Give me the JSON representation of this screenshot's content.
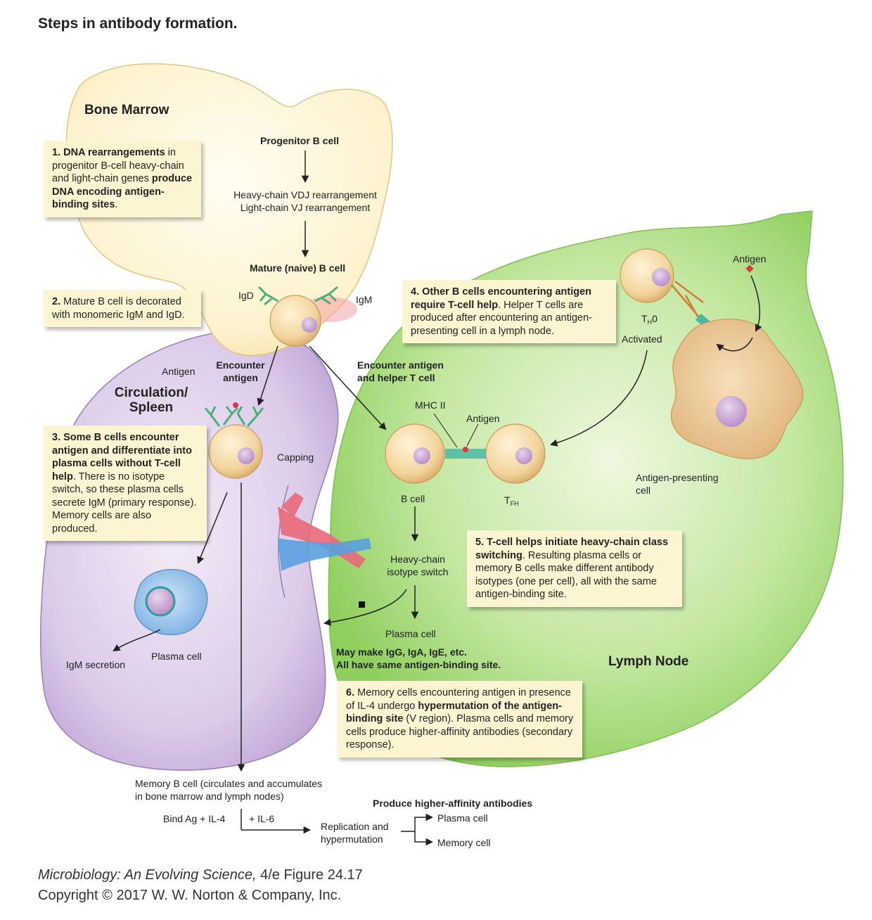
{
  "title": "Steps in antibody formation.",
  "regions": {
    "bone_marrow": "Bone Marrow",
    "circulation_line1": "Circulation/",
    "circulation_line2": "Spleen",
    "lymph_node": "Lymph Node"
  },
  "steps": [
    {
      "num": "1.",
      "bold1": "DNA rearrangements",
      "text1": " in progenitor B-cell heavy-chain and light-chain genes ",
      "bold2": "produce DNA encoding antigen-binding sites",
      "text2": "."
    },
    {
      "num": "2.",
      "text1": " Mature B cell is decorated with monomeric IgM and IgD."
    },
    {
      "num": "3.",
      "bold1": " Some B cells encounter antigen and differentiate into plasma cells without T-cell help",
      "text1": ". There is no isotype switch, so these plasma cells secrete IgM (primary response). Memory cells are also produced."
    },
    {
      "num": "4.",
      "bold1": " Other B cells encountering antigen require T-cell help",
      "text1": ". Helper T cells are produced after encountering an antigen-presenting cell in a lymph node."
    },
    {
      "num": "5.",
      "bold1": " T-cell helps initiate heavy-chain class switching",
      "text1": ". Resulting plasma cells or memory B cells make different antibody isotypes (one per cell), all with the same antigen-binding site."
    },
    {
      "num": "6.",
      "text1": " Memory cells encountering antigen in presence of IL-4 undergo ",
      "bold1": "hypermutation of the antigen-binding site",
      "text2": " (V region). Plasma cells and memory cells produce higher-affinity antibodies (secondary response)."
    }
  ],
  "labels": {
    "progenitor": "Progenitor B cell",
    "rearr_line1": "Heavy-chain VDJ rearrangement",
    "rearr_line2": "Light-chain VJ rearrangement",
    "mature": "Mature (naive) B cell",
    "igd": "IgD",
    "igm": "IgM",
    "encounter_line1": "Encounter",
    "encounter_line2": "antigen",
    "antigen_left": "Antigen",
    "capping": "Capping",
    "encounter_helper_line1": "Encounter antigen",
    "encounter_helper_line2": "and helper T cell",
    "mhc": "MHC II",
    "antigen_mid": "Antigen",
    "bcell": "B cell",
    "tfh_main": "T",
    "tfh_sub": "FH",
    "th0_main": "T",
    "th0_sub": "H",
    "th0_end": "0",
    "activated": "Activated",
    "antigen_right": "Antigen",
    "apc_line1": "Antigen-presenting",
    "apc_line2": "cell",
    "heavy_switch_line1": "Heavy-chain",
    "heavy_switch_line2": "isotype switch",
    "plasma_cell_mid": "Plasma cell",
    "may_make_line1": "May make IgG, IgA, IgE, etc.",
    "may_make_line2": "All have same antigen-binding site.",
    "plasma_cell_left": "Plasma cell",
    "igm_secretion": "IgM secretion",
    "memory_line1": "Memory B cell (circulates and accumulates",
    "memory_line2": "in bone marrow and lymph nodes)",
    "bind_ag": "Bind Ag + IL-4",
    "il6": "+ IL-6",
    "replication_line1": "Replication and",
    "replication_line2": "hypermutation",
    "produce_higher": "Produce higher-affinity antibodies",
    "plasma_cell_bottom": "Plasma cell",
    "memory_cell_bottom": "Memory cell"
  },
  "credit": {
    "book": "Microbiology: An Evolving Science,",
    "edition": " 4/e  Figure 24.17",
    "copyright": "Copyright © 2017 W. W. Norton & Company, Inc."
  },
  "colors": {
    "bone_marrow": "#fdf3cf",
    "circulation": "#d9c6e6",
    "lymph_node": "#a9dc7c",
    "cell_fill": "#f4d9a3",
    "nucleus": "#c8a6d6",
    "callout": "#fdf5d2",
    "plasma_cell": "#8fbde8",
    "antibody": "#4caf7a"
  }
}
